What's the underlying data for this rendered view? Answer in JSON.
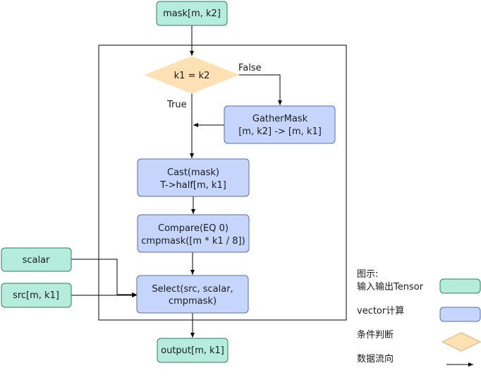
{
  "colors": {
    "io_fill": "#b5ecdc",
    "io_stroke": "#2e7d5b",
    "vector_fill": "#c6d5fb",
    "vector_stroke": "#5b6fa6",
    "cond_fill": "#fde0b3",
    "line": "#000000"
  },
  "nodes": {
    "mask_in": "mask[m, k2]",
    "cond": "k1 = k2",
    "gather_line1": "GatherMask",
    "gather_line2": "[m, k2]  -> [m, k1]",
    "cast_line1": "Cast(mask)",
    "cast_line2": "T->half[m, k1]",
    "compare_line1": "Compare(EQ 0)",
    "compare_line2": "cmpmask([m * k1 / 8])",
    "scalar": "scalar",
    "src": "src[m, k1]",
    "select_line1": "Select(src, scalar,",
    "select_line2": "cmpmask)",
    "output": "output[m, k1]"
  },
  "edge_labels": {
    "false": "False",
    "true": "True"
  },
  "legend": {
    "title": "图示:",
    "io": "输入输出Tensor",
    "vector": "vector计算",
    "condition": "条件判断",
    "flow": "数据流向"
  }
}
